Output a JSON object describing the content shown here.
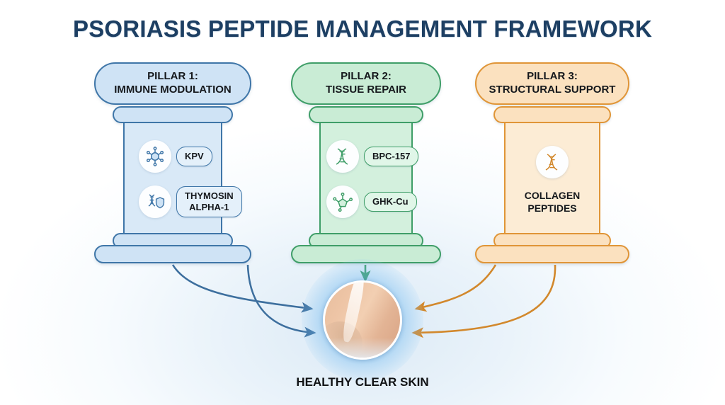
{
  "title": "PSORIASIS PEPTIDE MANAGEMENT FRAMEWORK",
  "colors": {
    "title_text": "#1d3f63",
    "background": "#ffffff",
    "pillar1_fill": "#cfe3f5",
    "pillar1_border": "#3f76a8",
    "pillar2_fill": "#c9ecd5",
    "pillar2_border": "#3f9e68",
    "pillar3_fill": "#fbe1bf",
    "pillar3_border": "#e09537",
    "arrow_blue": "#3d6f9e",
    "arrow_green": "#3f9e68",
    "arrow_orange": "#d2882c",
    "outcome_glow": "#4aa3e8"
  },
  "pillars": [
    {
      "id": "pillar-1",
      "heading_line1": "PILLAR 1:",
      "heading_line2": "IMMUNE MODULATION",
      "theme": "blue",
      "items": [
        {
          "label": "KPV",
          "icon": "cell-receptor-icon"
        },
        {
          "label": "THYMOSIN\nALPHA-1",
          "icon": "dna-shield-icon"
        }
      ],
      "plain_label": ""
    },
    {
      "id": "pillar-2",
      "heading_line1": "PILLAR 2:",
      "heading_line2": "TISSUE REPAIR",
      "theme": "green",
      "items": [
        {
          "label": "BPC-157",
          "icon": "dna-helix-icon"
        },
        {
          "label": "GHK-Cu",
          "icon": "molecule-ring-icon"
        }
      ],
      "plain_label": ""
    },
    {
      "id": "pillar-3",
      "heading_line1": "PILLAR 3:",
      "heading_line2": "STRUCTURAL SUPPORT",
      "theme": "orange",
      "items": [
        {
          "label": "",
          "icon": "dna-helix-icon"
        }
      ],
      "plain_label": "COLLAGEN\nPEPTIDES"
    }
  ],
  "outcome": {
    "label": "HEALTHY CLEAR SKIN",
    "image": "clear-skin-photo"
  },
  "arrows": [
    {
      "name": "pillar1-upper-arrow",
      "color": "#3d6f9e",
      "from": "pillar-1",
      "to": "outcome"
    },
    {
      "name": "pillar1-lower-arrow",
      "color": "#3d6f9e",
      "from": "pillar-1",
      "to": "outcome"
    },
    {
      "name": "pillar2-arrow",
      "color": "#3f9e68",
      "from": "pillar-2",
      "to": "outcome"
    },
    {
      "name": "pillar3-upper-arrow",
      "color": "#d2882c",
      "from": "pillar-3",
      "to": "outcome"
    },
    {
      "name": "pillar3-lower-arrow",
      "color": "#d2882c",
      "from": "pillar-3",
      "to": "outcome"
    }
  ]
}
